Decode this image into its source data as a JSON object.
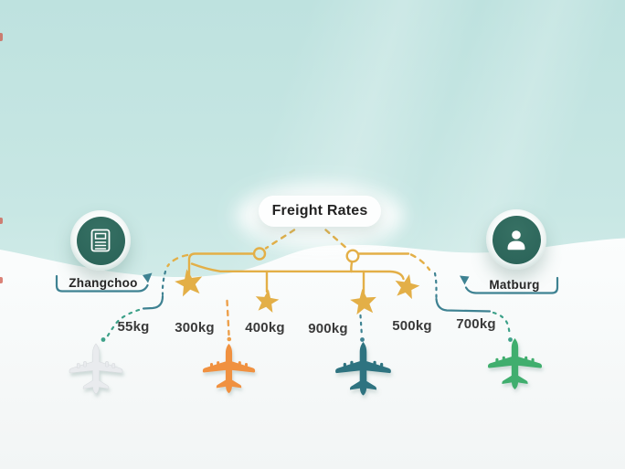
{
  "header": {
    "title": "Freight Rates"
  },
  "locations": {
    "origin": {
      "label": "Zhangchoo",
      "icon": "invoice-icon"
    },
    "destination": {
      "label": "Matburg",
      "icon": "person-icon"
    }
  },
  "weights": [
    {
      "label": "55kg"
    },
    {
      "label": "300kg"
    },
    {
      "label": "400kg"
    },
    {
      "label": "900kg"
    },
    {
      "label": "500kg"
    },
    {
      "label": "700kg"
    }
  ],
  "planes": [
    {
      "name": "white-plane",
      "color": "#e9ebee"
    },
    {
      "name": "orange-plane",
      "color": "#f0913f"
    },
    {
      "name": "teal-plane",
      "color": "#2d7380"
    },
    {
      "name": "green-plane",
      "color": "#40ae6e"
    }
  ],
  "colors": {
    "gold": "#e3af47",
    "teal_line": "#3e8292",
    "green_line": "#3da189",
    "orange_line": "#eda04c",
    "node_fill": "#306a5e",
    "surface": "#fafcfc",
    "bg_top": "#bee2df",
    "bg_bottom": "#d9efec",
    "text_dark": "#2a2a2a"
  }
}
